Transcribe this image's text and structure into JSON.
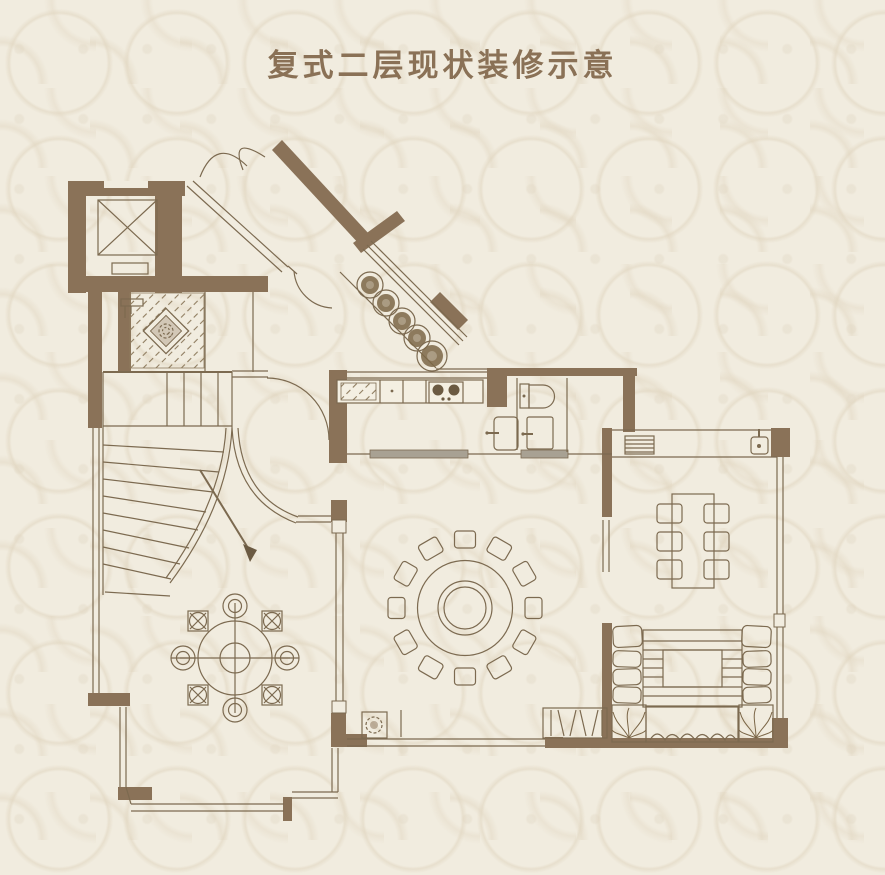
{
  "title": "复式二层现状装修示意",
  "palette": {
    "background": "#f1ecdf",
    "damask": "#e4d8c2",
    "wall": "#8a7258",
    "line": "#7c6a50",
    "sliding_door_gray": "#a8a193",
    "title_color": "#8a7156"
  },
  "floor_plan": {
    "fixtures": [
      "elevator",
      "entry-foyer-tiled",
      "foyer-medallion",
      "double-entry-doors",
      "diagonal-corridor-glazing",
      "planter-shrub-row",
      "curved-staircase",
      "stair-down-arrow",
      "kitchen-counter",
      "kitchen-sink",
      "gas-stove",
      "sliding-doors",
      "toilet",
      "wash-basin",
      "bathroom-door",
      "round-dining-table",
      "lazy-susan",
      "dining-chairs",
      "rectangular-table",
      "side-chairs",
      "radiator",
      "water-heater",
      "stone-round-table",
      "round-stools",
      "daybed-garden",
      "palm-planters",
      "air-conditioner-unit",
      "bay-window",
      "small-planter-box"
    ],
    "counts": {
      "round_table_chairs": 12,
      "stone_table_stools": 8,
      "rect_table_chairs": 6,
      "planter_shrubs": 5,
      "stove_burners": 2
    }
  }
}
